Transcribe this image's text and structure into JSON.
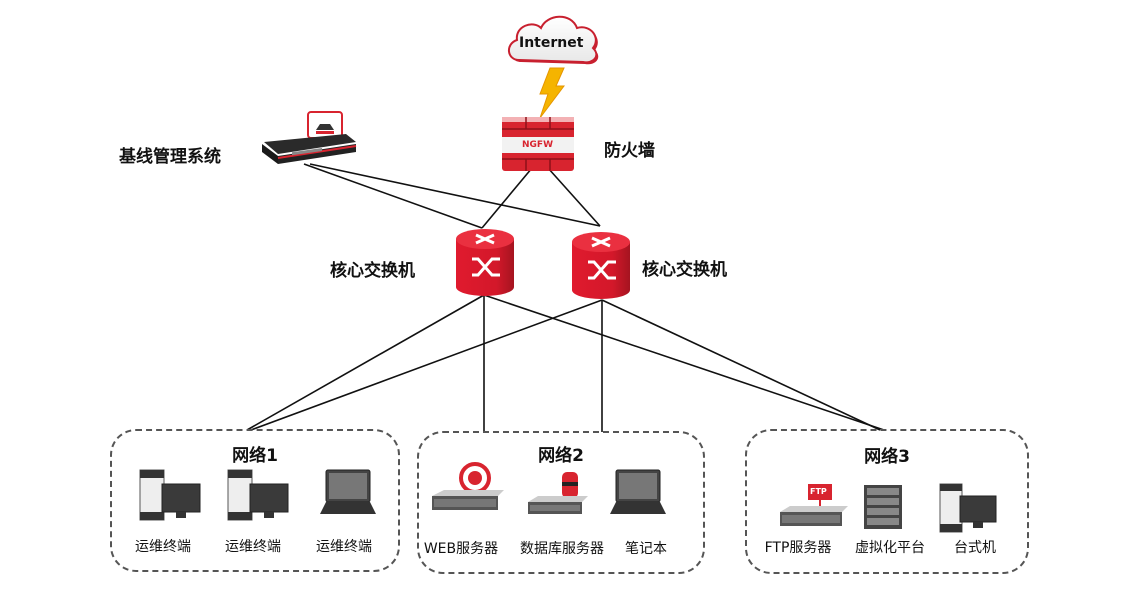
{
  "diagram": {
    "type": "network-topology",
    "internet": {
      "label": "Internet",
      "icon": "cloud-icon"
    },
    "firewall": {
      "label": "防火墙",
      "badge": "NGFW",
      "icon": "firewall-icon"
    },
    "baseline": {
      "label": "基线管理系统",
      "icon": "appliance-icon"
    },
    "core_switches": [
      {
        "label": "核心交换机",
        "icon": "switch-icon"
      },
      {
        "label": "核心交换机",
        "icon": "switch-icon"
      }
    ],
    "networks": [
      {
        "title": "网络1",
        "devices": [
          {
            "label": "运维终端",
            "icon": "desktop-icon"
          },
          {
            "label": "运维终端",
            "icon": "desktop-icon"
          },
          {
            "label": "运维终端",
            "icon": "laptop-icon"
          }
        ]
      },
      {
        "title": "网络2",
        "devices": [
          {
            "label": "WEB服务器",
            "icon": "web-server-icon"
          },
          {
            "label": "数据库服务器",
            "icon": "database-server-icon"
          },
          {
            "label": "笔记本",
            "icon": "laptop-icon"
          }
        ]
      },
      {
        "title": "网络3",
        "devices": [
          {
            "label": "FTP服务器",
            "icon": "ftp-server-icon",
            "badge": "FTP"
          },
          {
            "label": "虚拟化平台",
            "icon": "rack-icon"
          },
          {
            "label": "台式机",
            "icon": "desktop-icon"
          }
        ]
      }
    ],
    "links": [
      [
        "Internet",
        "防火墙"
      ],
      [
        "防火墙",
        "核心交换机1"
      ],
      [
        "防火墙",
        "核心交换机2"
      ],
      [
        "基线管理系统",
        "核心交换机1"
      ],
      [
        "基线管理系统",
        "核心交换机2"
      ],
      [
        "核心交换机1",
        "网络1"
      ],
      [
        "核心交换机1",
        "网络2"
      ],
      [
        "核心交换机1",
        "网络3"
      ],
      [
        "核心交换机2",
        "网络1"
      ],
      [
        "核心交换机2",
        "网络2"
      ],
      [
        "核心交换机2",
        "网络3"
      ]
    ]
  }
}
